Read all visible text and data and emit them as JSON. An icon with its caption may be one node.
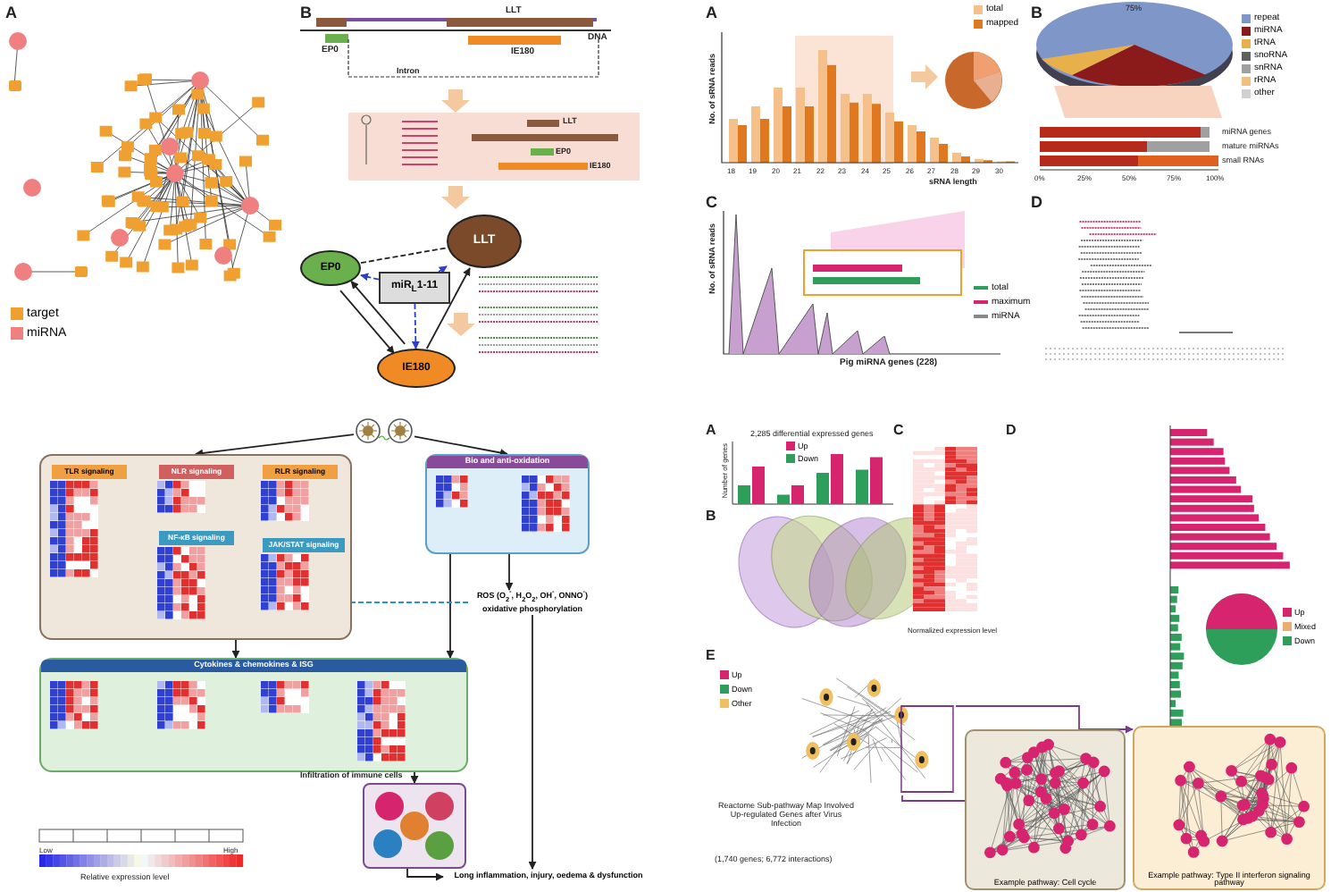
{
  "diagram": {
    "nodes": [
      {
        "text": [
          "EP0"
        ]
      },
      {
        "text": [
          "LLT"
        ]
      },
      {
        "text": [
          "miR$_{L}$1-11"
        ]
      },
      {
        "text": [
          "IE180"
        ]
      },
      {
        "text": [],
        "shape": "picture"
      },
      {
        "text": [],
        "shape": "box"
      },
      {
        "text": [
          "TLR signaling"
        ],
        "in": 5
      },
      {
        "text": [
          "NLR signaling"
        ],
        "in": 5
      },
      {
        "text": [
          "RLR signaling"
        ],
        "in": 5
      },
      {
        "text": [
          "NF-κB signaling"
        ],
        "in": 5
      },
      {
        "text": [
          "JAK/STAT signaling"
        ],
        "in": 5
      },
      {
        "text": [
          "Bio and anti-oxidation"
        ]
      },
      {
        "text": [
          "Cytokines & chemokines & ISG"
        ]
      },
      {
        "text": [
          "ROS (O$_{2}$$^{-}$, H$_{2}$O$_{2}$, OH$^{-}$, ONNO$^{-}$) oxidative phosphorylation"
        ]
      },
      {
        "text": [],
        "shape": "box"
      },
      {
        "text": [
          "Long inflammation, injury, oedema & dysfunction"
        ]
      },
      {
        "text": [],
        "shape": "picture"
      },
      {
        "text": [
          "Example pathway: Cell cycle"
        ]
      },
      {
        "text": [
          "Example pathway: Type II interferon signaling pathway"
        ]
      }
    ],
    "edges": [
      {
        "from": 0,
        "to": 1,
        "arrow": "none",
        "style": "dashed"
      },
      {
        "from": 2,
        "to": 0,
        "arrow": "to",
        "style": "dashed",
        "color": "#2a3fd0"
      },
      {
        "from": 2,
        "to": 3,
        "arrow": "to",
        "style": "dashed",
        "color": "#2a3fd0"
      },
      {
        "from": 2,
        "to": 1,
        "arrow": "to",
        "style": "dashed",
        "color": "#2a3fd0"
      },
      {
        "from": 0,
        "to": 3,
        "arrow": "to"
      },
      {
        "from": 3,
        "to": 0,
        "arrow": "to"
      },
      {
        "from": 3,
        "to": 1,
        "arrow": "to"
      },
      {
        "from": 4,
        "to": 5,
        "arrow": "to"
      },
      {
        "from": 4,
        "to": 11,
        "arrow": "to"
      },
      {
        "from": 5,
        "to": 12,
        "arrow": "to"
      },
      {
        "from": 11,
        "to": 12,
        "arrow": "to"
      },
      {
        "from": 11,
        "to": 13,
        "arrow": "to"
      },
      {
        "from": 13,
        "to": 15,
        "arrow": "to"
      },
      {
        "from": 12,
        "to": 14,
        "arrow": "to"
      },
      {
        "from": 14,
        "to": 15,
        "arrow": "to"
      },
      {
        "from": 13,
        "to": 5,
        "arrow": "none",
        "style": "dashed",
        "color": "#2a8fd8"
      },
      {
        "from": 16,
        "to": 17,
        "arrow": "none",
        "color": "#7a3a8a"
      },
      {
        "from": 16,
        "to": 18,
        "arrow": "to",
        "color": "#7a3a8a"
      }
    ],
    "labels": [
      "A",
      "B",
      "LLT",
      "DNA",
      "EP0",
      "Intron",
      "IE180",
      "LLT",
      "EP0",
      "IE180",
      "A",
      "No. of sRNA reads",
      "sRNA length",
      "18",
      "19",
      "20",
      "21",
      "22",
      "23",
      "24",
      "25",
      "26",
      "27",
      "28",
      "29",
      "30",
      "B",
      "75%",
      "miRNA genes",
      "mature miRNAs",
      "small RNAs",
      "0%",
      "25%",
      "50%",
      "75%",
      "100%",
      "C",
      "No. of sRNA reads",
      "Pig miRNA genes (228)",
      "D",
      "Relative expression level",
      "Low",
      "High",
      "A",
      "2,285 differential expressed genes",
      "Number of genes",
      "B",
      "C",
      "Normalized expression level",
      "D",
      "E",
      "Reactome Sub-pathway Map Involved Up-regulated Genes after Virus Infection",
      "(1,740 genes; 6,772 interactions)",
      "Infiltration of immune cells"
    ],
    "legend": [
      {
        "text": "target",
        "color": "#f0a030"
      },
      {
        "text": "miRNA",
        "color": "#f08080"
      },
      {
        "text": "total",
        "color": "#f5c08a"
      },
      {
        "text": "mapped",
        "color": "#e07820"
      },
      {
        "text": "repeat",
        "color": "#7f96c8"
      },
      {
        "text": "miRNA",
        "color": "#8b1a1a"
      },
      {
        "text": "tRNA",
        "color": "#e8b04a"
      },
      {
        "text": "snoRNA",
        "color": "#606060"
      },
      {
        "text": "snRNA",
        "color": "#a0a0a0"
      },
      {
        "text": "rRNA",
        "color": "#f0c080"
      },
      {
        "text": "other",
        "color": "#d0d0d0"
      },
      {
        "text": "total"
      },
      {
        "text": "maximum"
      },
      {
        "text": "miRNA"
      },
      {
        "text": "Up",
        "color": "#d6246e"
      },
      {
        "text": "Down",
        "color": "#2e9e5b"
      },
      {
        "text": "Up",
        "color": "#d6246e"
      },
      {
        "text": "Mixed",
        "color": "#e8b070"
      },
      {
        "text": "Down",
        "color": "#2e9e5b"
      },
      {
        "text": "Up",
        "color": "#d6246e"
      },
      {
        "text": "Down",
        "color": "#2e9e5b"
      },
      {
        "text": "Other",
        "color": "#f0c060"
      }
    ]
  }
}
